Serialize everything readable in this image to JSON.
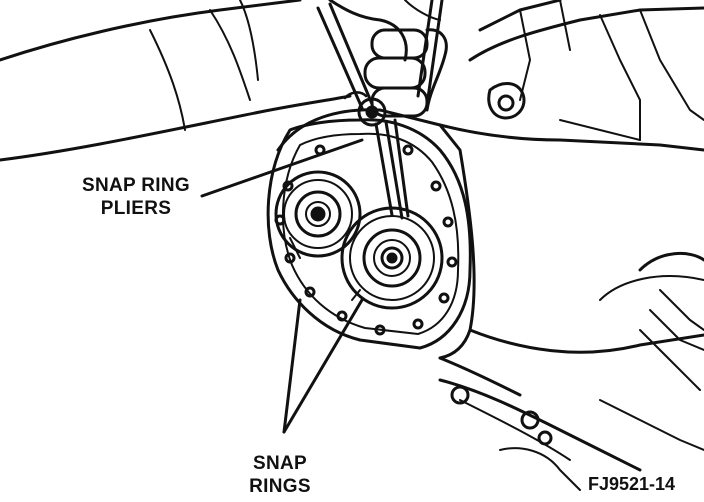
{
  "callouts": {
    "pliers": {
      "line1": "SNAP RING",
      "line2": "PLIERS"
    },
    "rings": {
      "line1": "SNAP",
      "line2": "RINGS"
    }
  },
  "figure_id": "FJ9521-14",
  "colors": {
    "ink": "#111111",
    "paper": "#ffffff"
  }
}
